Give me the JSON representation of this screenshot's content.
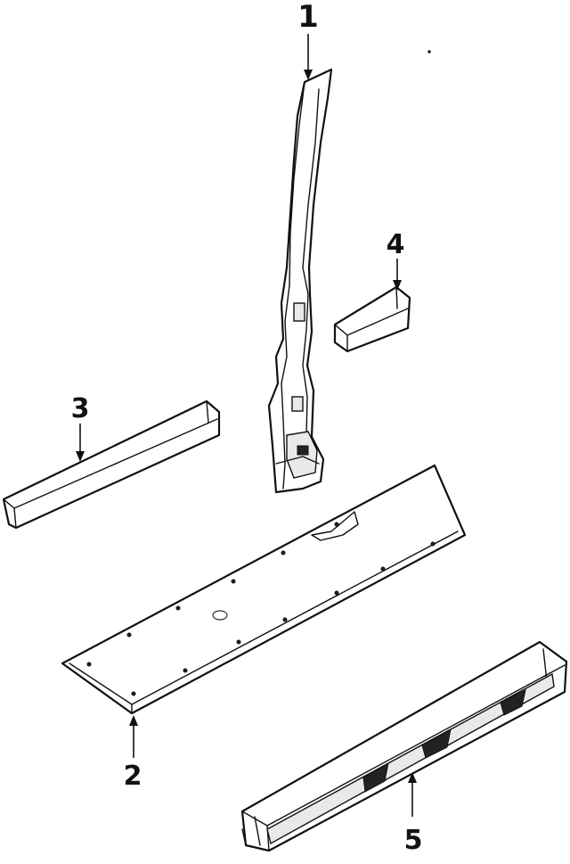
{
  "diagram": {
    "callouts": [
      {
        "id": "callout-1",
        "label": "1"
      },
      {
        "id": "callout-2",
        "label": "2"
      },
      {
        "id": "callout-3",
        "label": "3"
      },
      {
        "id": "callout-4",
        "label": "4"
      },
      {
        "id": "callout-5",
        "label": "5"
      }
    ]
  }
}
